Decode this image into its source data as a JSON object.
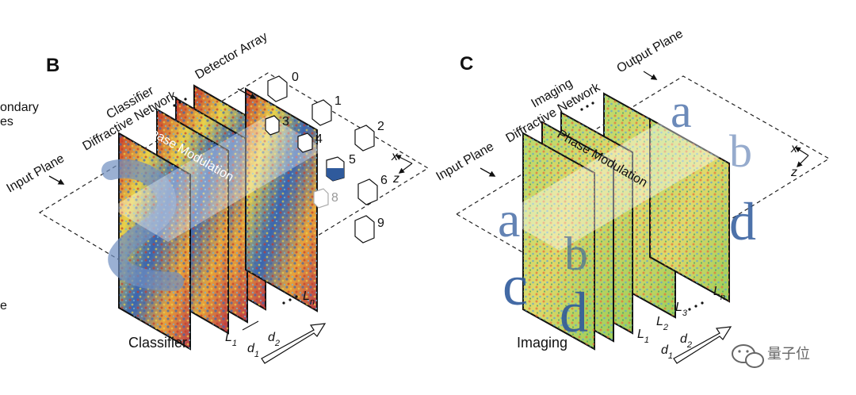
{
  "left_fragment": {
    "line1": "ondary",
    "line2": "es",
    "line3": "e"
  },
  "panel_b": {
    "letter": "B",
    "network_label_1": "Classifier",
    "network_label_2": "Diffractive Network",
    "detector_label": "Detector Array",
    "input_plane_label": "Input Plane",
    "phase_label": "Phase Modulation",
    "caption": "Classifier",
    "axis_x": "x",
    "axis_z": "z",
    "detectors": [
      "0",
      "1",
      "2",
      "3",
      "4",
      "5",
      "6",
      "8",
      "9"
    ],
    "layer_first": "L",
    "layer_first_sub": "1",
    "layer_last": "L",
    "layer_last_sub": "n",
    "spacing_1": "d",
    "spacing_1_sub": "1",
    "spacing_2": "d",
    "spacing_2_sub": "2"
  },
  "panel_c": {
    "letter": "C",
    "network_label_1": "Imaging",
    "network_label_2": "Diffractive Network",
    "output_label": "Output Plane",
    "input_plane_label": "Input Plane",
    "phase_label": "Phase Modulation",
    "caption": "Imaging",
    "axis_x": "x",
    "axis_z": "z",
    "layers": [
      "L",
      "L",
      "L",
      "L"
    ],
    "layer_subs": [
      "1",
      "2",
      "3",
      "n"
    ],
    "spacing_1": "d",
    "spacing_1_sub": "1",
    "spacing_2": "d",
    "spacing_2_sub": "2",
    "input_letters": [
      "a",
      "b",
      "c",
      "d"
    ],
    "output_letters": [
      "a",
      "b",
      "d"
    ]
  },
  "watermark": {
    "text": "量子位"
  },
  "colors": {
    "phase_red": "#c83a2a",
    "phase_yellow": "#e8d24a",
    "phase_blue": "#3a66b0",
    "imaging_green": "#9ccf5a",
    "imaging_yellow": "#d9dc64",
    "letter_blue": "#2f5a9c"
  }
}
